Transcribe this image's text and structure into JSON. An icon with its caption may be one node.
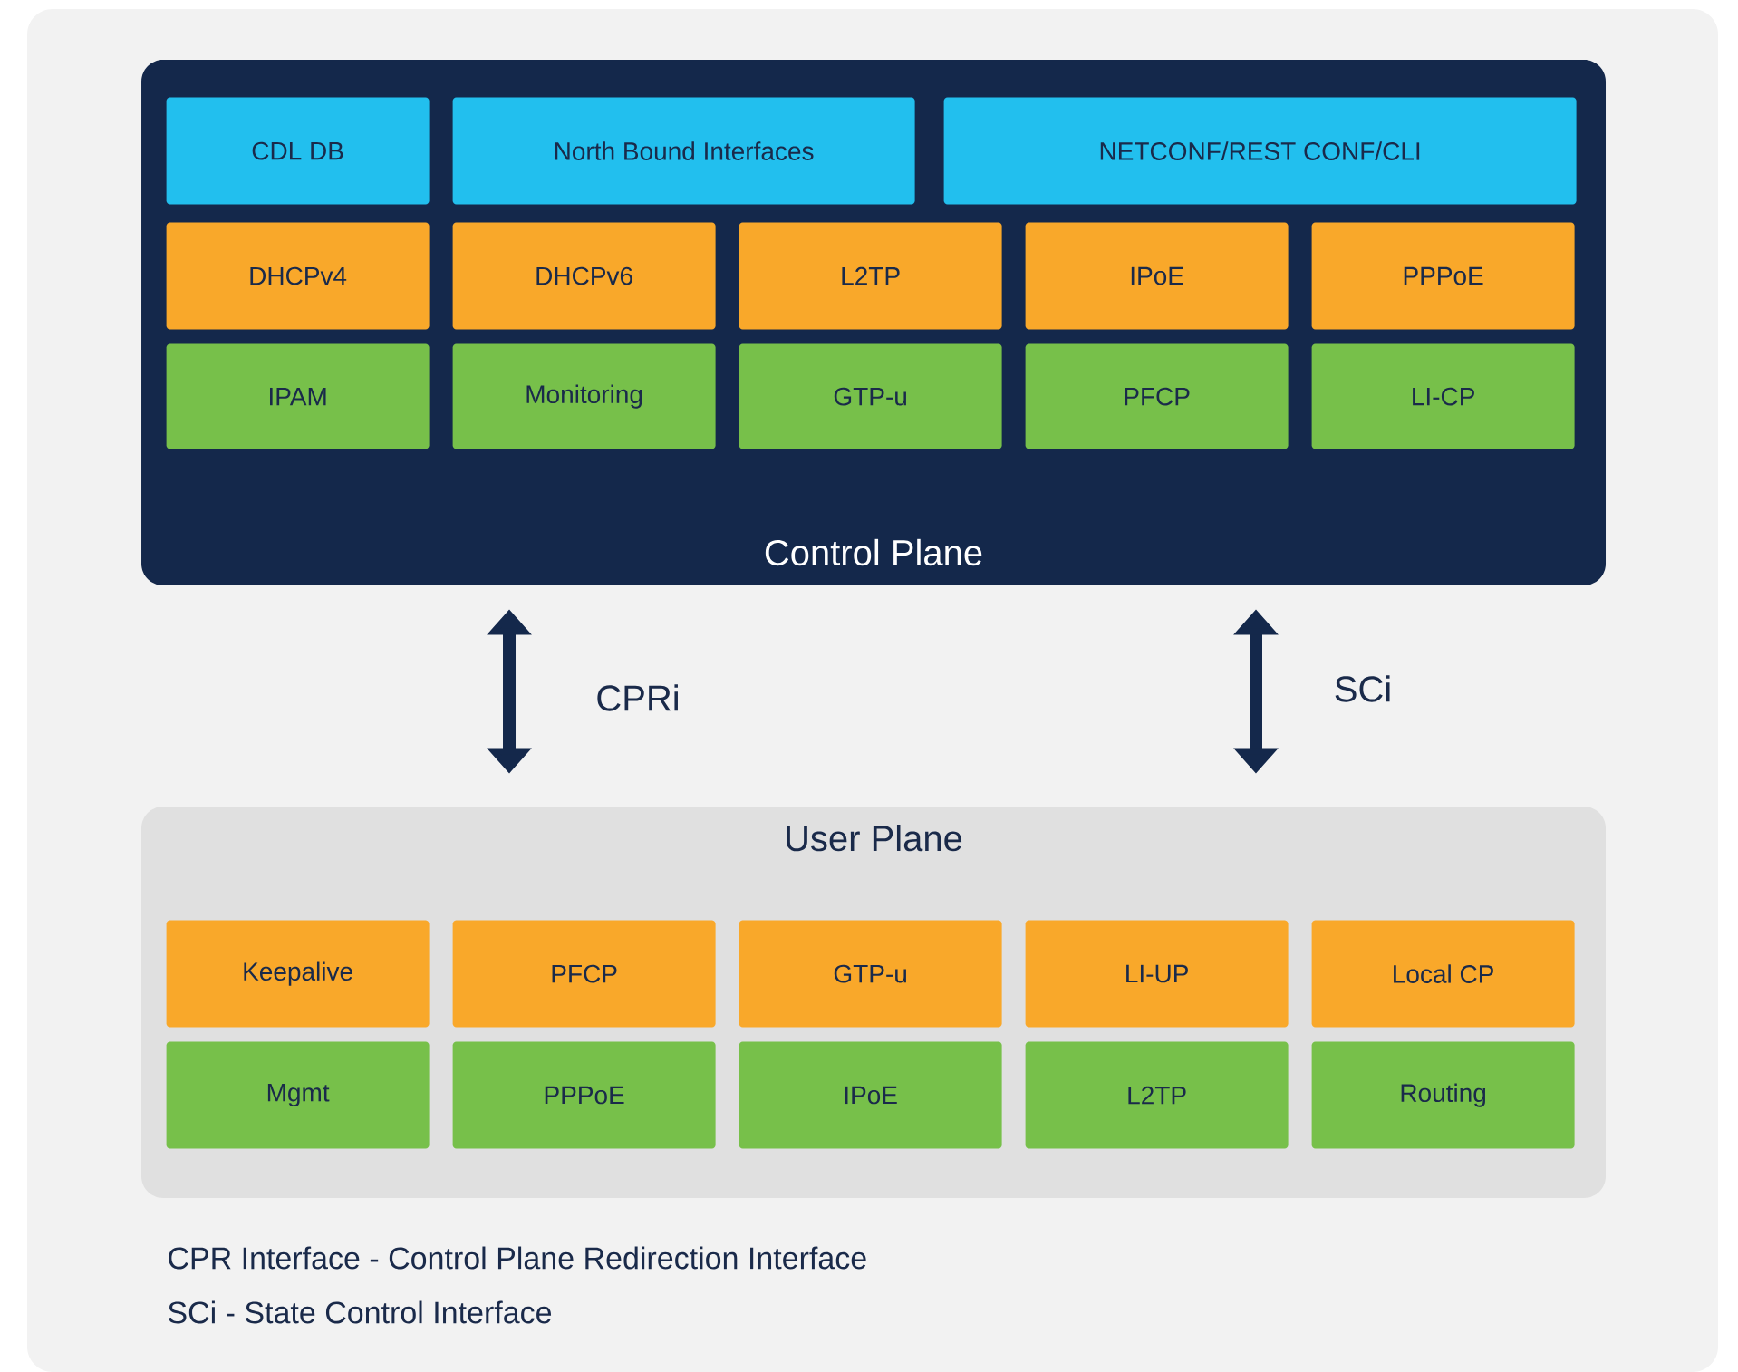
{
  "diagram": {
    "nodes": [
      {
        "text": [
          "Control Plane"
        ]
      },
      {
        "text": [
          "CDL DB"
        ],
        "in": 0
      },
      {
        "text": [
          "North Bound Interfaces"
        ],
        "in": 0
      },
      {
        "text": [
          "NETCONF/REST CONF/CLI"
        ],
        "in": 0
      },
      {
        "text": [
          "DHCPv4"
        ],
        "in": 0
      },
      {
        "text": [
          "DHCPv6"
        ],
        "in": 0
      },
      {
        "text": [
          "L2TP"
        ],
        "in": 0
      },
      {
        "text": [
          "IPoE"
        ],
        "in": 0
      },
      {
        "text": [
          "PPPoE"
        ],
        "in": 0
      },
      {
        "text": [
          "IPAM"
        ],
        "in": 0
      },
      {
        "text": [
          "Monitoring"
        ],
        "in": 0
      },
      {
        "text": [
          "GTP-u"
        ],
        "in": 0
      },
      {
        "text": [
          "PFCP"
        ],
        "in": 0
      },
      {
        "text": [
          "LI-CP"
        ],
        "in": 0
      },
      {
        "text": [
          "User Plane"
        ]
      },
      {
        "text": [
          "Keepalive"
        ],
        "in": 14
      },
      {
        "text": [
          "PFCP"
        ],
        "in": 14
      },
      {
        "text": [
          "GTP-u"
        ],
        "in": 14
      },
      {
        "text": [
          "LI-UP"
        ],
        "in": 14
      },
      {
        "text": [
          "Local CP"
        ],
        "in": 14
      },
      {
        "text": [
          "Mgmt"
        ],
        "in": 14
      },
      {
        "text": [
          "PPPoE"
        ],
        "in": 14
      },
      {
        "text": [
          "IPoE"
        ],
        "in": 14
      },
      {
        "text": [
          "L2TP"
        ],
        "in": 14
      },
      {
        "text": [
          "Routing"
        ],
        "in": 14
      }
    ],
    "edges": [
      {
        "from": 0,
        "to": 14,
        "arrow": "both",
        "label": "CPRi"
      },
      {
        "from": 0,
        "to": 14,
        "arrow": "both",
        "label": "SCi"
      }
    ],
    "labels": [
      "CPR Interface - Control Plane Redirection Interface",
      "SCi - State Control Interface"
    ]
  }
}
